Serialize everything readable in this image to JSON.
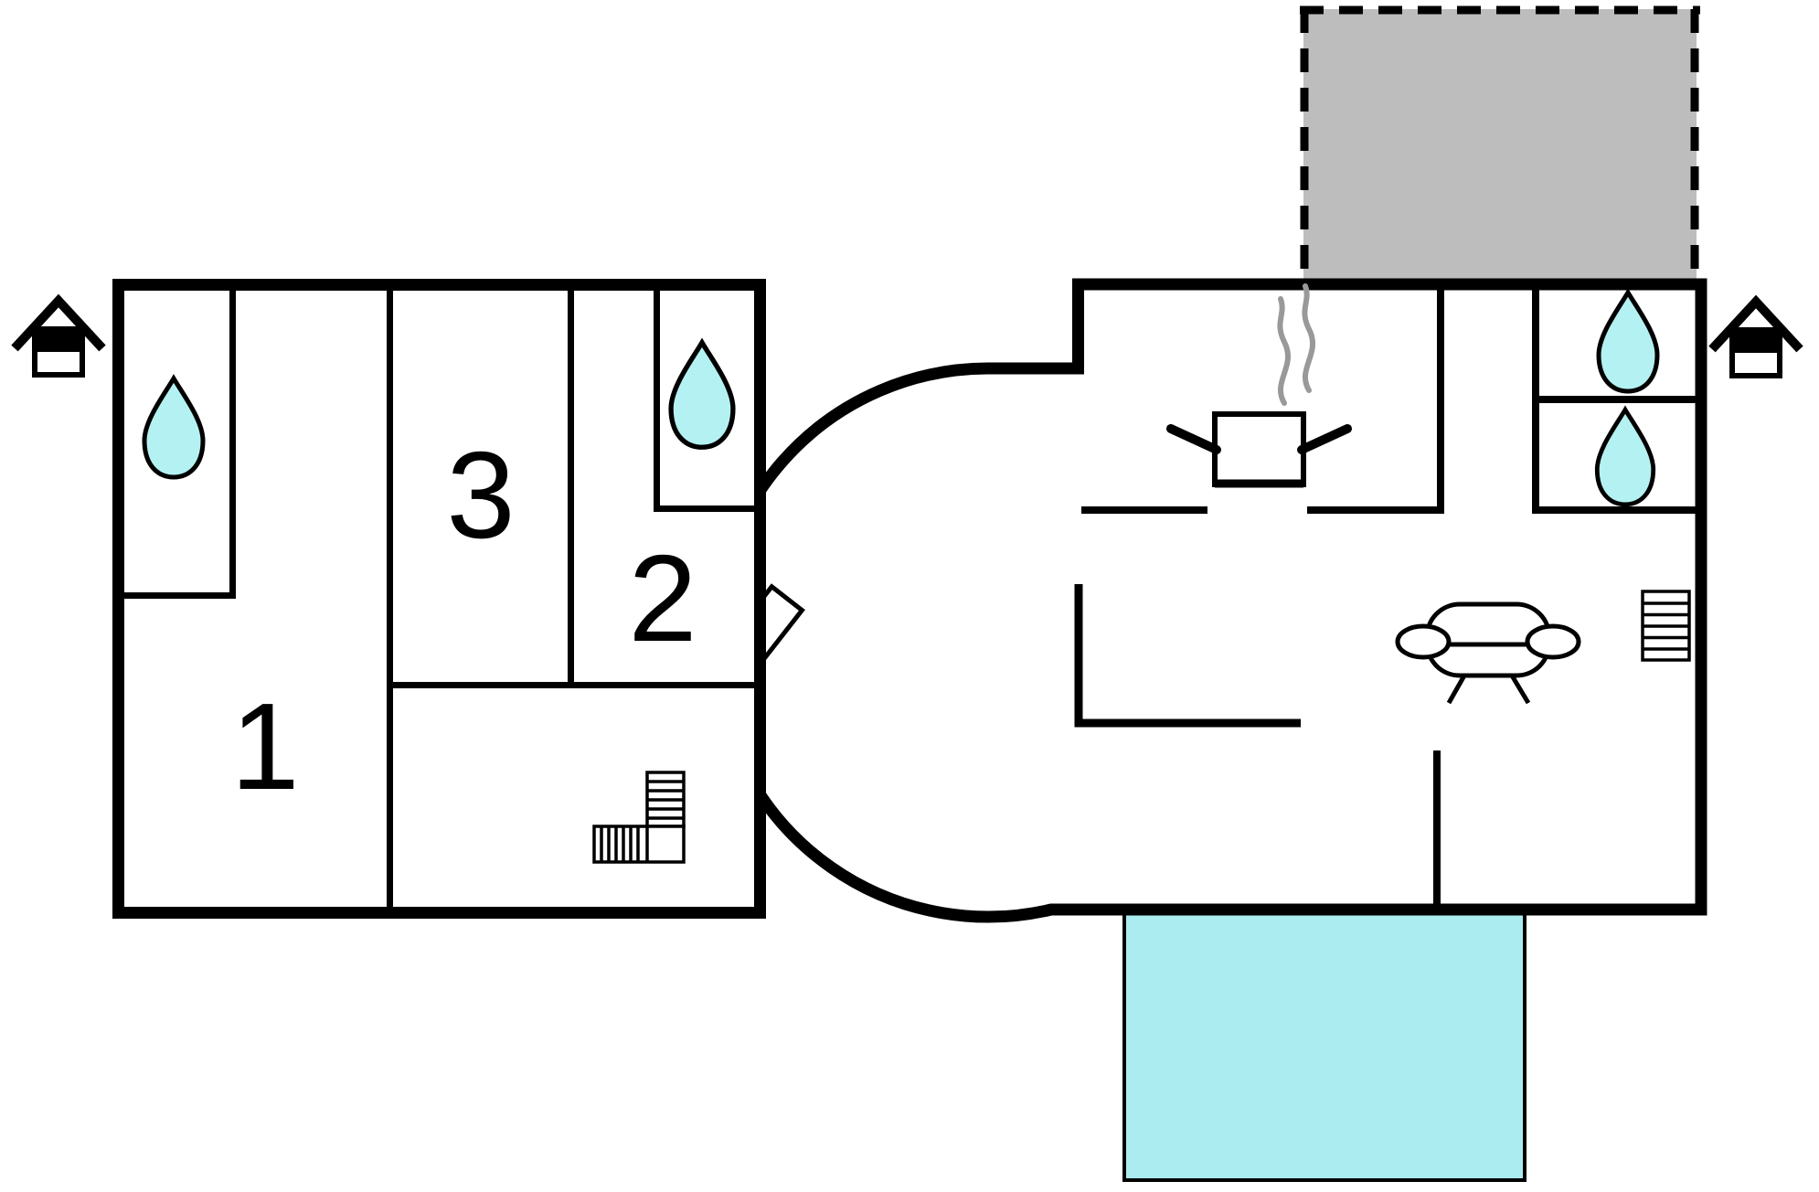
{
  "document": {
    "type": "floor-plan",
    "background": "#ffffff"
  },
  "colors": {
    "wall": "#000000",
    "water_drop": "#b4f1f2",
    "pool": "#abecf1",
    "terrace": "#bdbdbd",
    "steam": "#999999",
    "door": "#ffffff"
  },
  "upper_floor": {
    "room_labels": {
      "room1": "1",
      "room2": "2",
      "room3": "3"
    }
  },
  "icons": {
    "water_drop": "water-drop",
    "entrance_house": "house-entrance",
    "stairs_l": "l-shaped-stairs",
    "stairs_straight": "straight-stairs",
    "sofa": "sofa",
    "cooking_pot": "cooking-pot",
    "steam": "steam-waves",
    "open_door": "open-door-leaf",
    "terrace": "covered-terrace",
    "pool": "water-terrace"
  }
}
